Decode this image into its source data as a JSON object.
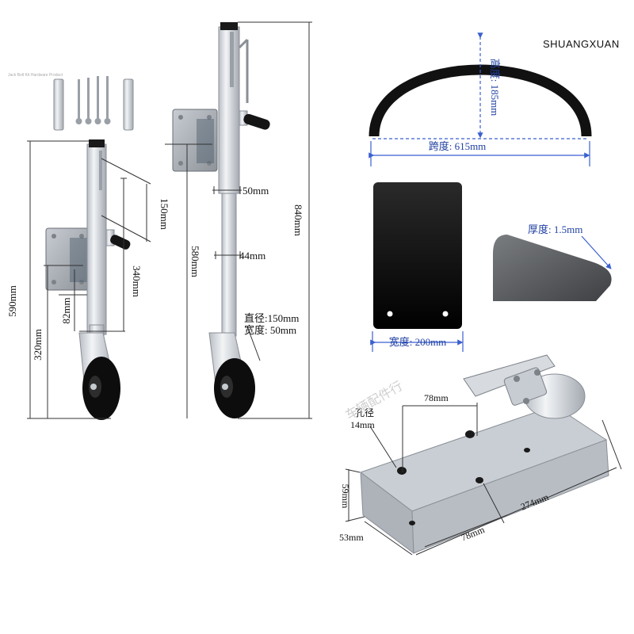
{
  "brand": "SHUANGXUAN",
  "watermark": "车辆配件行",
  "jack_left": {
    "height_total": "590mm",
    "height_lower": "320mm",
    "dim_a": "150mm",
    "dim_b": "340mm",
    "dim_c": "82mm"
  },
  "jack_right": {
    "height_total": "840mm",
    "height_mid": "580mm",
    "tube_upper": "50mm",
    "tube_lower": "44mm",
    "wheel_diameter": "直径:150mm",
    "wheel_width": "宽度: 50mm"
  },
  "fender_arc": {
    "height_label": "高度: 185mm",
    "span_label": "跨度: 615mm"
  },
  "flap": {
    "width_label": "宽度: 200mm",
    "thickness_label": "厚度: 1.5mm"
  },
  "coupler": {
    "hole_label_line1": "孔径",
    "hole_label_line2": "14mm",
    "spacing_top": "78mm",
    "spacing_bottom": "78mm",
    "length": "274mm",
    "height": "59mm",
    "width": "53mm"
  }
}
